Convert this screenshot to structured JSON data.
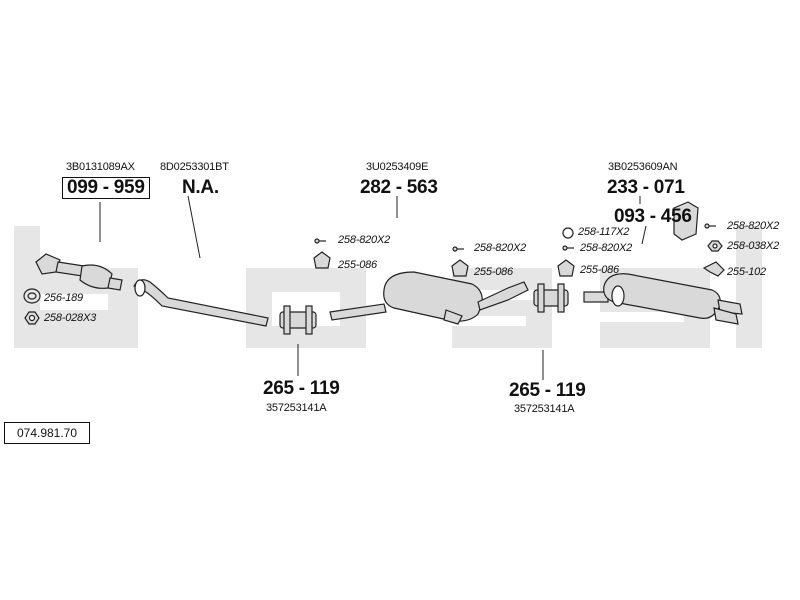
{
  "diagram_id": "074.981.70",
  "watermark": "bosal",
  "colors": {
    "watermark": "#e6e6e6",
    "part_fill": "#d9d9d9",
    "line": "#222222"
  },
  "groups": {
    "front_pipe": {
      "oem": "3B0131089AX",
      "part_number": "099-959",
      "gasket": "256-189",
      "bolts": "258-028X3"
    },
    "intermediate_pipe": {
      "oem": "8D0253301BT",
      "part_number": "N.A."
    },
    "centre_silencer": {
      "oem": "3U0253409E",
      "part_number": "282-563",
      "bolt_a": "258-820X2",
      "rubber_a": "255-086",
      "bolt_b": "258-820X2",
      "rubber_b": "255-086"
    },
    "clamp_left": {
      "part_number": "265-119",
      "oem": "357253141A"
    },
    "clamp_right": {
      "part_number": "265-119",
      "oem": "357253141A"
    },
    "rear_silencer": {
      "oem": "3B0253609AN",
      "part_number": "233-071",
      "heat_shield": "093-456",
      "ring": "258-117X2",
      "bolt_c": "258-820X2",
      "rubber_c": "255-086",
      "bolt_d": "258-820X2",
      "nut": "258-038X2",
      "hanger": "255-102"
    }
  }
}
